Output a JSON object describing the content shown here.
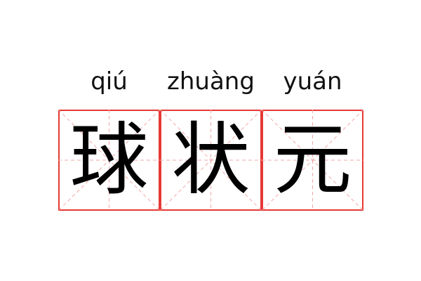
{
  "pinyin": [
    "qiú",
    "zhuàng",
    "yuán"
  ],
  "characters": [
    "球",
    "状",
    "元"
  ],
  "colors": {
    "border": "#e53935",
    "guide": "#f2a8a8",
    "text": "#000000"
  }
}
